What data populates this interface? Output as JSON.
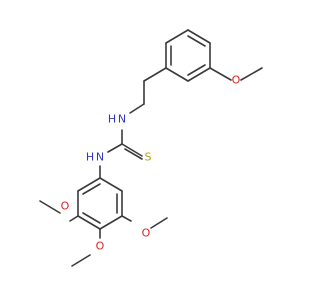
{
  "colors": {
    "bond": "#3a3a3a",
    "N": "#2f37c4",
    "O": "#e02020",
    "S": "#b3a300"
  },
  "atoms": {
    "o_top": {
      "text": "O",
      "element": "O"
    },
    "nh_top": {
      "text": "N",
      "h": "H",
      "element": "N"
    },
    "nh_left": {
      "text": "N",
      "h": "H",
      "element": "N"
    },
    "s": {
      "text": "S",
      "element": "S"
    },
    "o_left": {
      "text": "O",
      "element": "O"
    },
    "o_right": {
      "text": "O",
      "element": "O"
    },
    "o_bottom": {
      "text": "O",
      "element": "O"
    }
  }
}
